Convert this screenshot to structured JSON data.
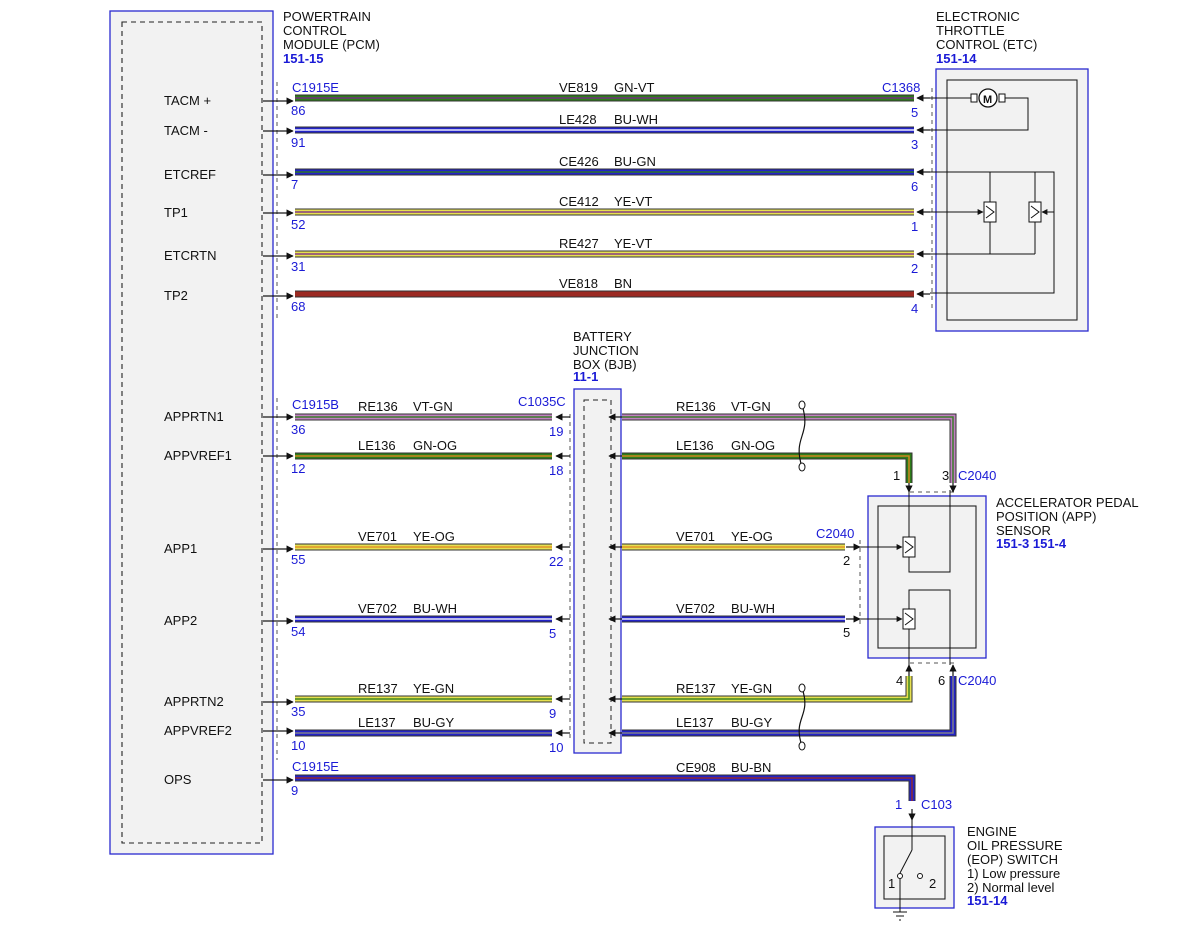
{
  "modules": {
    "pcm": {
      "name": [
        "POWERTRAIN",
        "CONTROL",
        "MODULE (PCM)"
      ],
      "ref": "151-15"
    },
    "etc": {
      "name": [
        "ELECTRONIC",
        "THROTTLE",
        "CONTROL (ETC)"
      ],
      "ref": "151-14"
    },
    "bjb": {
      "name": [
        "BATTERY",
        "JUNCTION",
        "BOX (BJB)"
      ],
      "ref": "11-1"
    },
    "app": {
      "name": [
        "ACCELERATOR PEDAL",
        "POSITION (APP)",
        "SENSOR"
      ],
      "ref": "151-3 151-4"
    },
    "eop": {
      "name": [
        "ENGINE",
        "OIL PRESSURE",
        "(EOP) SWITCH",
        "1) Low pressure",
        "2) Normal level"
      ],
      "ref": "151-14",
      "contacts": [
        "1",
        "2"
      ]
    }
  },
  "pins": [
    {
      "label": "TACM +"
    },
    {
      "label": "TACM -"
    },
    {
      "label": "ETCREF"
    },
    {
      "label": "TP1"
    },
    {
      "label": "ETCRTN"
    },
    {
      "label": "TP2"
    },
    {
      "label": "APPRTN1"
    },
    {
      "label": "APPVREF1"
    },
    {
      "label": "APP1"
    },
    {
      "label": "APP2"
    },
    {
      "label": "APPRTN2"
    },
    {
      "label": "APPVREF2"
    },
    {
      "label": "OPS"
    }
  ],
  "connectors": {
    "c1915e": "C1915E",
    "c1915b": "C1915B",
    "c1368": "C1368",
    "c1035c": "C1035C",
    "c2040": "C2040",
    "c103": "C103"
  },
  "wires": [
    {
      "circuit": "VE819",
      "color": "GN-VT",
      "left_pin": "86",
      "right_pin": "5",
      "color_main": "#2e7d1a",
      "color_stripe": "#7a2a8a"
    },
    {
      "circuit": "LE428",
      "color": "BU-WH",
      "left_pin": "91",
      "right_pin": "3",
      "color_main": "#2323c8",
      "color_stripe": "#ffffff"
    },
    {
      "circuit": "CE426",
      "color": "BU-GN",
      "left_pin": "7",
      "right_pin": "6",
      "color_main": "#2323c8",
      "color_stripe": "#2e7d1a"
    },
    {
      "circuit": "CE412",
      "color": "YE-VT",
      "left_pin": "52",
      "right_pin": "1",
      "color_main": "#e6e050",
      "color_stripe": "#7a2a8a"
    },
    {
      "circuit": "RE427",
      "color": "YE-VT",
      "left_pin": "31",
      "right_pin": "2",
      "color_main": "#e6e050",
      "color_stripe": "#7a2a8a"
    },
    {
      "circuit": "VE818",
      "color": "BN",
      "left_pin": "68",
      "right_pin": "4",
      "color_main": "#9b2a22",
      "color_stripe": "#9b2a22"
    }
  ],
  "app_wires": [
    {
      "circuit": "RE136",
      "color": "VT-GN",
      "left_pin": "36",
      "bjb_pin": "19",
      "app_pin": "3",
      "color_main": "#c080c0",
      "color_stripe": "#2e7d1a"
    },
    {
      "circuit": "LE136",
      "color": "GN-OG",
      "left_pin": "12",
      "bjb_pin": "18",
      "app_pin": "1",
      "color_main": "#2e7d1a",
      "color_stripe": "#e08a20"
    },
    {
      "circuit": "VE701",
      "color": "YE-OG",
      "left_pin": "55",
      "bjb_pin": "22",
      "app_pin": "2",
      "color_main": "#e6e050",
      "color_stripe": "#e08a20"
    },
    {
      "circuit": "VE702",
      "color": "BU-WH",
      "left_pin": "54",
      "bjb_pin": "5",
      "app_pin": "5",
      "color_main": "#2323c8",
      "color_stripe": "#ffffff"
    },
    {
      "circuit": "RE137",
      "color": "YE-GN",
      "left_pin": "35",
      "bjb_pin": "9",
      "app_pin": "4",
      "color_main": "#e6e050",
      "color_stripe": "#2e7d1a"
    },
    {
      "circuit": "LE137",
      "color": "BU-GY",
      "left_pin": "10",
      "bjb_pin": "10",
      "app_pin": "6",
      "color_main": "#2323c8",
      "color_stripe": "#888888"
    }
  ],
  "ops_wire": {
    "circuit": "CE908",
    "color": "BU-BN",
    "left_pin": "9",
    "right_pin": "1",
    "color_main": "#2323c8",
    "color_stripe": "#9b2a22"
  }
}
